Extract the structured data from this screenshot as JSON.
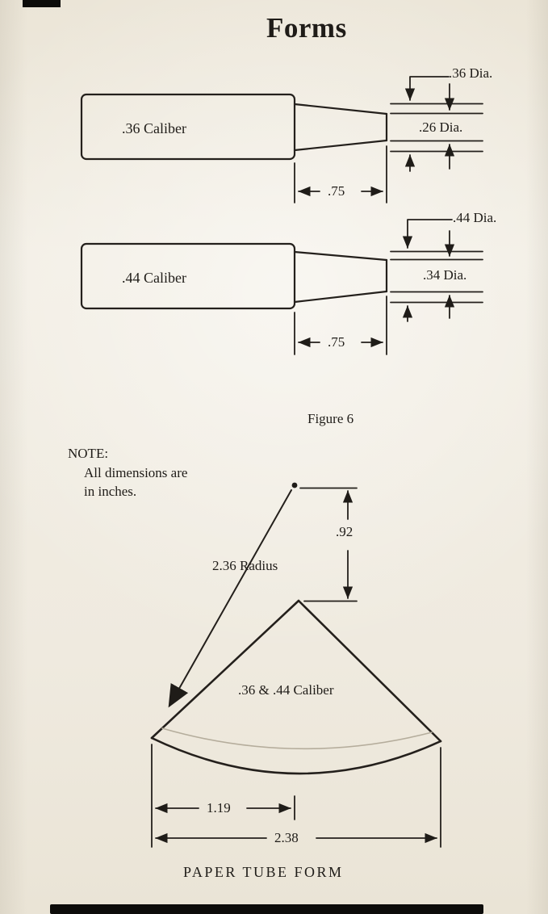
{
  "page": {
    "title": "Forms",
    "figure_caption": "Figure 6",
    "footer_caption": "PAPER TUBE FORM"
  },
  "note": {
    "heading": "NOTE:",
    "line1": "All dimensions are",
    "line2": "in inches."
  },
  "form_36": {
    "body_label": ".36 Caliber",
    "body_diameter": ".36 Dia.",
    "tip_diameter": ".26 Dia.",
    "taper_length": ".75"
  },
  "form_44": {
    "body_label": ".44 Caliber",
    "body_diameter": ".44 Dia.",
    "tip_diameter": ".34 Dia.",
    "taper_length": ".75"
  },
  "tube_form": {
    "radius_label": "2.36 Radius",
    "height_dim": ".92",
    "sector_label": ".36 & .44 Caliber",
    "half_base_dim": "1.19",
    "full_base_dim": "2.38"
  },
  "colors": {
    "paper": "#f0ebe1",
    "ink": "#1f1c18"
  }
}
